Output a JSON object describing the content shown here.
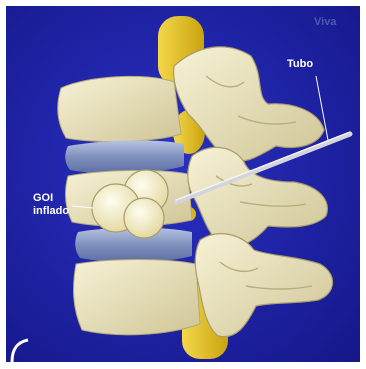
{
  "colors": {
    "background": "#1e23a6",
    "bone": "#efe8c4",
    "bone_shadow": "#c9bf92",
    "disc": "#8d9dc6",
    "spinal_cord": "#e6c21d",
    "balloon": "#fbf3c8",
    "tube": "#cfcfd6"
  },
  "labels": {
    "tubo": "Tubo",
    "goi_line1": "GOI",
    "goi_line2": "inflado"
  },
  "watermark": "Viva"
}
